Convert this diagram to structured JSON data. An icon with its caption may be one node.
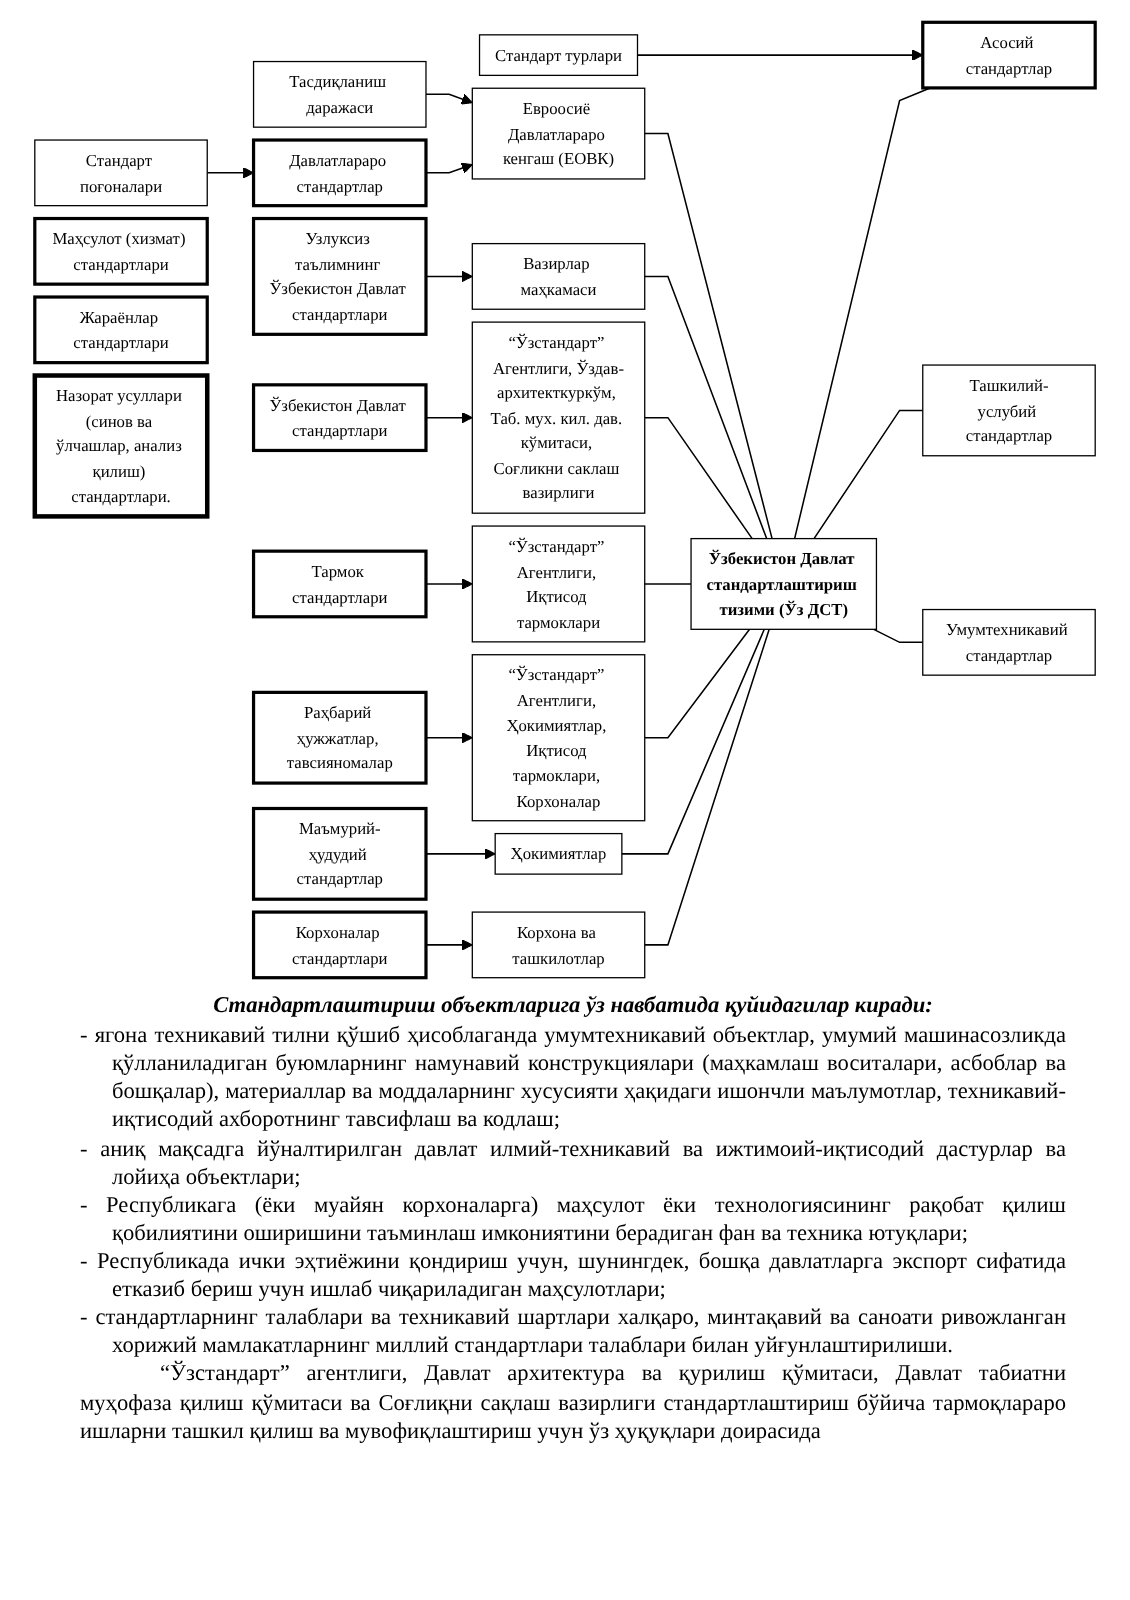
{
  "diagram": {
    "nodes": [
      {
        "text": [
          "Ўзбекистон Давлат стандартлаштириш тизими (Ўз ДСТ)"
        ]
      },
      {
        "text": [
          "Стандарт поғоналари"
        ]
      },
      {
        "text": [
          "Тасдиқланиш даражаси"
        ]
      },
      {
        "text": [
          "Стандарт турлари"
        ]
      },
      {
        "text": [
          "Давлатлараро стандартлар"
        ]
      },
      {
        "text": [
          "Узлуксиз таълимнинг Ўзбекистон Давлат стандартлари"
        ]
      },
      {
        "text": [
          "Ўзбекистон Давлат стандартлари"
        ]
      },
      {
        "text": [
          "Тармок стандартлари"
        ]
      },
      {
        "text": [
          "Раҳбарий ҳужжатлар, тавсияномалар"
        ]
      },
      {
        "text": [
          "Маъмурий-ҳудудий стандартлар"
        ]
      },
      {
        "text": [
          "Корхоналар стандартлари"
        ]
      },
      {
        "text": [
          "Евроосиё Давлатлараро кенгаш (ЕОВК)"
        ]
      },
      {
        "text": [
          "Вазирлар маҳкамаси"
        ]
      },
      {
        "text": [
          "“Ўзстандарт” Агентлиги, Ўздав-архитекткуркўм, Таб. мух. кил. дав. кўмитаси, Соғликни саклаш вазирлиги"
        ]
      },
      {
        "text": [
          "“Ўзстандарт” Агентлиги, Иқтисод тармоклари"
        ]
      },
      {
        "text": [
          "“Ўзстандарт” Агентлиги, Ҳокимиятлар, Иқтисод тармоклари, Корхоналар"
        ]
      },
      {
        "text": [
          "Ҳокимиятлар"
        ]
      },
      {
        "text": [
          "Корхона ва ташкилотлар"
        ]
      },
      {
        "text": [
          "Асосий стандартлар"
        ]
      },
      {
        "text": [
          "Ташкилий-услубий стандартлар"
        ]
      },
      {
        "text": [
          "Умумтехникавий стандартлар"
        ]
      },
      {
        "text": [
          "Маҳсулот (хизмат) стандартлари"
        ]
      },
      {
        "text": [
          "Жараёнлар стандартлари"
        ]
      },
      {
        "text": [
          "Назорат усуллари (синов ва ўлчашлар, анализ қилиш) стандартлари."
        ]
      }
    ],
    "edges": [
      {
        "from": 0,
        "to": 11,
        "arrow": "none"
      },
      {
        "from": 0,
        "to": 12,
        "arrow": "none"
      },
      {
        "from": 0,
        "to": 13,
        "arrow": "none"
      },
      {
        "from": 0,
        "to": 14,
        "arrow": "none"
      },
      {
        "from": 0,
        "to": 15,
        "arrow": "none"
      },
      {
        "from": 0,
        "to": 16,
        "arrow": "none"
      },
      {
        "from": 0,
        "to": 17,
        "arrow": "none"
      },
      {
        "from": 0,
        "to": 18,
        "arrow": "none"
      },
      {
        "from": 0,
        "to": 19,
        "arrow": "none"
      },
      {
        "from": 0,
        "to": 20,
        "arrow": "none"
      },
      {
        "from": 1,
        "to": 4,
        "arrow": "to"
      },
      {
        "from": 2,
        "to": 11,
        "arrow": "to"
      },
      {
        "from": 3,
        "to": 18,
        "arrow": "to"
      },
      {
        "from": 4,
        "to": 11,
        "arrow": "to"
      },
      {
        "from": 5,
        "to": 12,
        "arrow": "to"
      },
      {
        "from": 6,
        "to": 13,
        "arrow": "to"
      },
      {
        "from": 7,
        "to": 14,
        "arrow": "to"
      },
      {
        "from": 8,
        "to": 15,
        "arrow": "to"
      },
      {
        "from": 9,
        "to": 16,
        "arrow": "to"
      },
      {
        "from": 10,
        "to": 17,
        "arrow": "to"
      }
    ],
    "labels": [
      "Стандартлаштириш объектларига ўз навбатида қуйидагилар киради:",
      "- ягона техникавий тилни қўшиб ҳисоблаганда умумтехникавий объектлар, умумий машинасозликда қўлланиладиган буюмларнинг намунавий конструкциялари (маҳкамлаш воситалари, асбоблар ва бошқалар), материаллар ва моддаларнинг хусусияти ҳақидаги ишончли маълумотлар, техникавий-иқтисодий ахборотнинг тавсифлаш ва кодлаш;",
      "- аниқ мақсадга йўналтирилган давлат илмий-техникавий ва ижтимоий-иқтисодий дастурлар ва лойиҳа объектлари;",
      "- Республикага (ёки муайян корхоналарга) маҳсулот ёки технологиясининг рақобат қилиш қобилиятини оширишини таъминлаш имкониятини берадиган фан ва техника ютуқлари;",
      "- Республикада ички эҳтиёжини қондириш учун, шунингдек, бошқа давлатларга экспорт сифатида етказиб бериш учун ишлаб чиқариладиган маҳсулотлари;",
      "- стандартларнинг талаблари ва техникавий шартлари халқаро, минтақавий ва саноати ривожланган хорижий мамлакатларнинг миллий стандартлари талаблари билан уйғунлаштирилиши.",
      "“Ўзстандарт” агентлиги, Давлат архитектура ва қурилиш қўмитаси, Давлат табиатни муҳофаза қилиш қўмитаси ва Соғлиқни сақлаш вазирлиги стандартлаштириш бўйича тармоқлараро ишларни ташкил қилиш ва мувофиқлаштириш учун ўз ҳуқуқлари доирасида"
    ]
  }
}
